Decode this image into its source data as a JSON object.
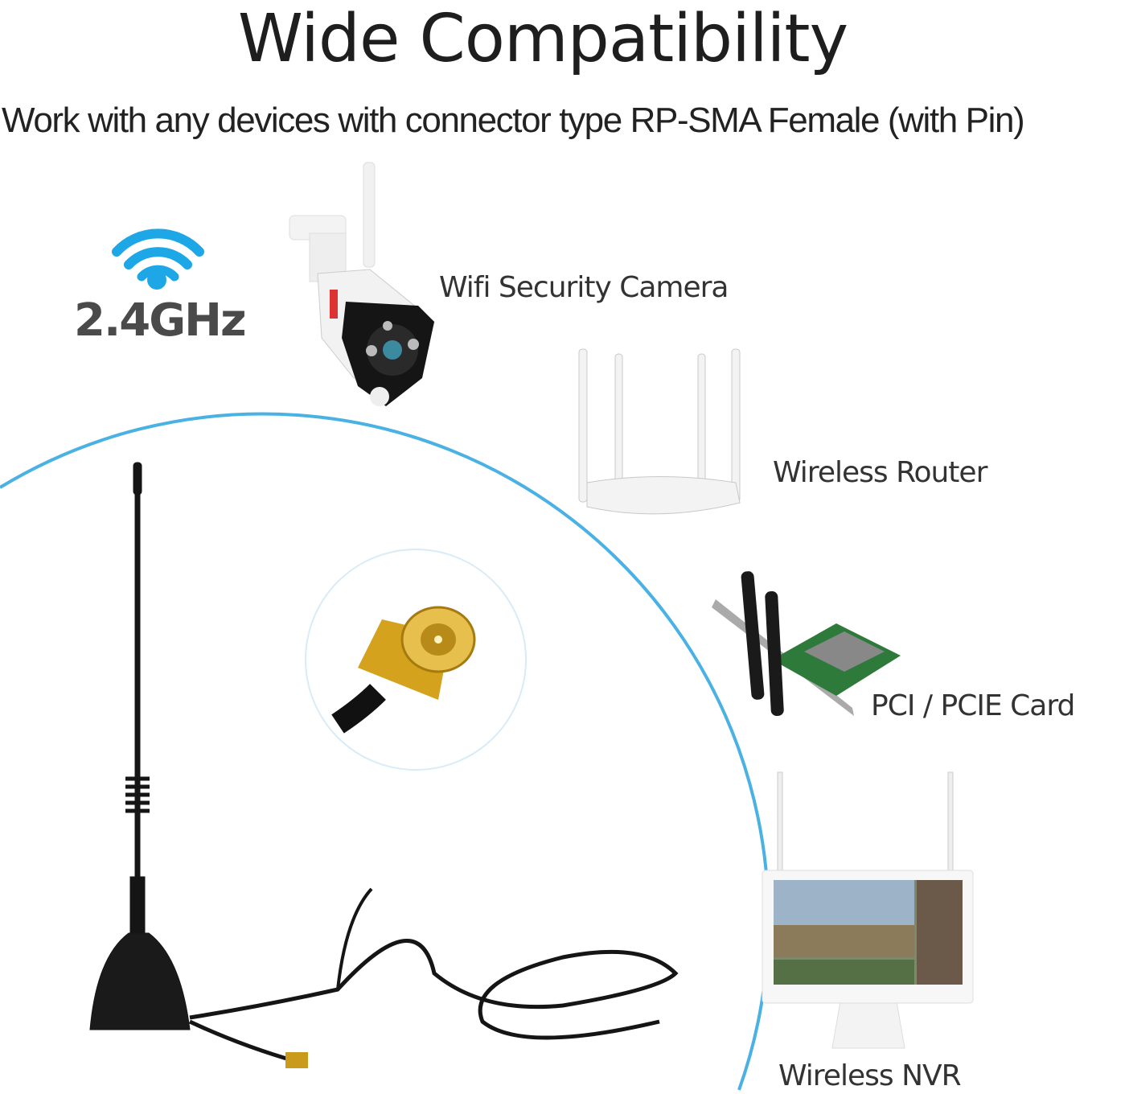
{
  "header": {
    "title": "Wide Compatibility",
    "subtitle": "Work with any devices with connector type RP-SMA Female (with Pin)"
  },
  "badge": {
    "frequency": "2.4GHz",
    "icon": "wifi-icon"
  },
  "devices": [
    {
      "label": "Wifi Security Camera",
      "icon": "security-camera-icon"
    },
    {
      "label": "Wireless Router",
      "icon": "router-icon"
    },
    {
      "label": "PCI / PCIE Card",
      "icon": "pcie-card-icon"
    },
    {
      "label": "Wireless NVR",
      "icon": "nvr-monitor-icon"
    }
  ],
  "colors": {
    "accent": "#1ea7e6",
    "text": "#333333",
    "antenna": "#1a1a1a",
    "connector": "#d4a21c"
  }
}
